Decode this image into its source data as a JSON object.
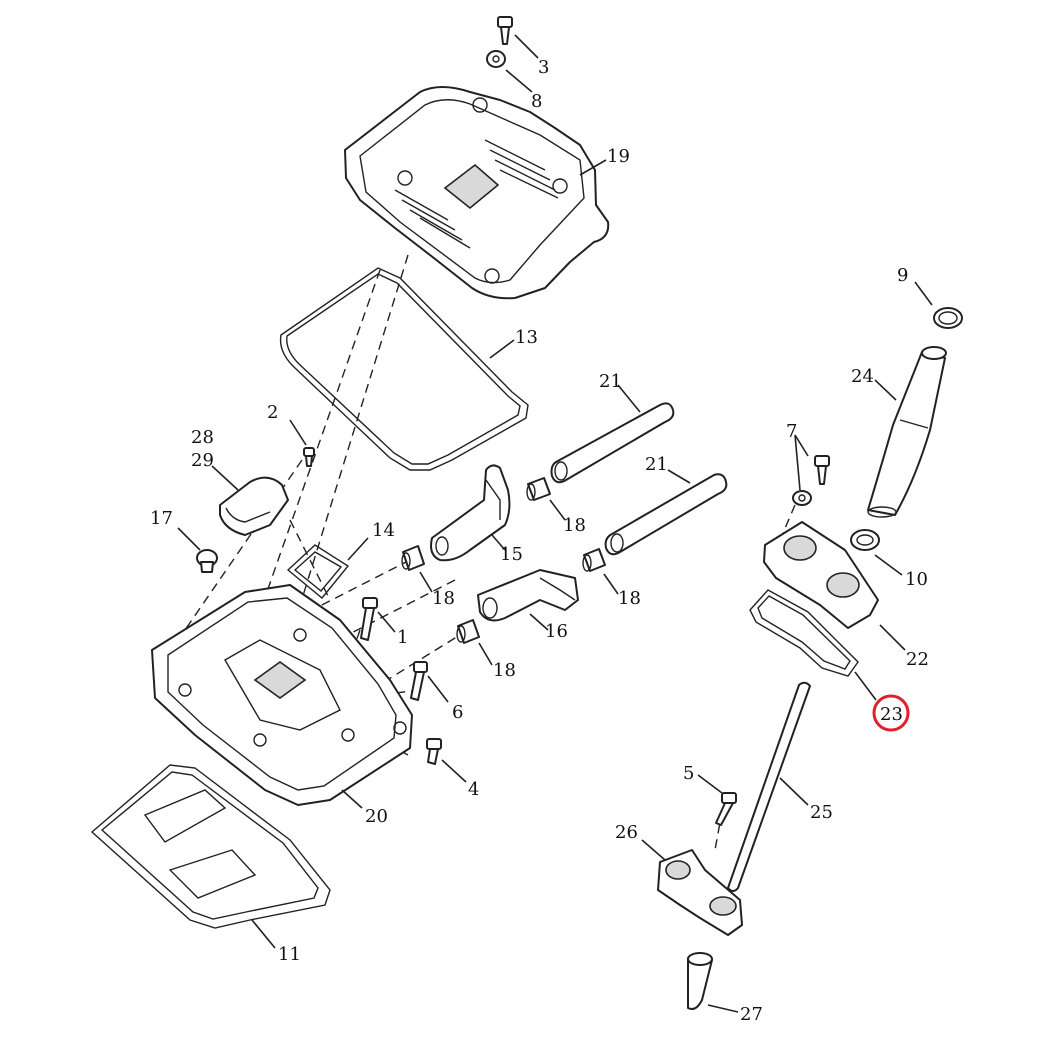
{
  "diagram": {
    "callouts": [
      {
        "id": "3",
        "label": "3"
      },
      {
        "id": "8",
        "label": "8"
      },
      {
        "id": "19",
        "label": "19"
      },
      {
        "id": "9",
        "label": "9"
      },
      {
        "id": "13",
        "label": "13"
      },
      {
        "id": "24",
        "label": "24"
      },
      {
        "id": "21a",
        "label": "21"
      },
      {
        "id": "21b",
        "label": "21"
      },
      {
        "id": "2",
        "label": "2"
      },
      {
        "id": "28",
        "label": "28"
      },
      {
        "id": "29",
        "label": "29"
      },
      {
        "id": "7",
        "label": "7"
      },
      {
        "id": "17",
        "label": "17"
      },
      {
        "id": "14",
        "label": "14"
      },
      {
        "id": "18a",
        "label": "18"
      },
      {
        "id": "15",
        "label": "15"
      },
      {
        "id": "10",
        "label": "10"
      },
      {
        "id": "18b",
        "label": "18"
      },
      {
        "id": "18c",
        "label": "18"
      },
      {
        "id": "1",
        "label": "1"
      },
      {
        "id": "16",
        "label": "16"
      },
      {
        "id": "22",
        "label": "22"
      },
      {
        "id": "18d",
        "label": "18"
      },
      {
        "id": "23",
        "label": "23"
      },
      {
        "id": "6",
        "label": "6"
      },
      {
        "id": "5",
        "label": "5"
      },
      {
        "id": "4",
        "label": "4"
      },
      {
        "id": "25",
        "label": "25"
      },
      {
        "id": "20",
        "label": "20"
      },
      {
        "id": "26",
        "label": "26"
      },
      {
        "id": "11",
        "label": "11"
      },
      {
        "id": "27",
        "label": "27"
      }
    ],
    "highlighted": "23",
    "colors": {
      "highlight": "#e0202a",
      "line": "#222222",
      "background": "#ffffff"
    }
  }
}
